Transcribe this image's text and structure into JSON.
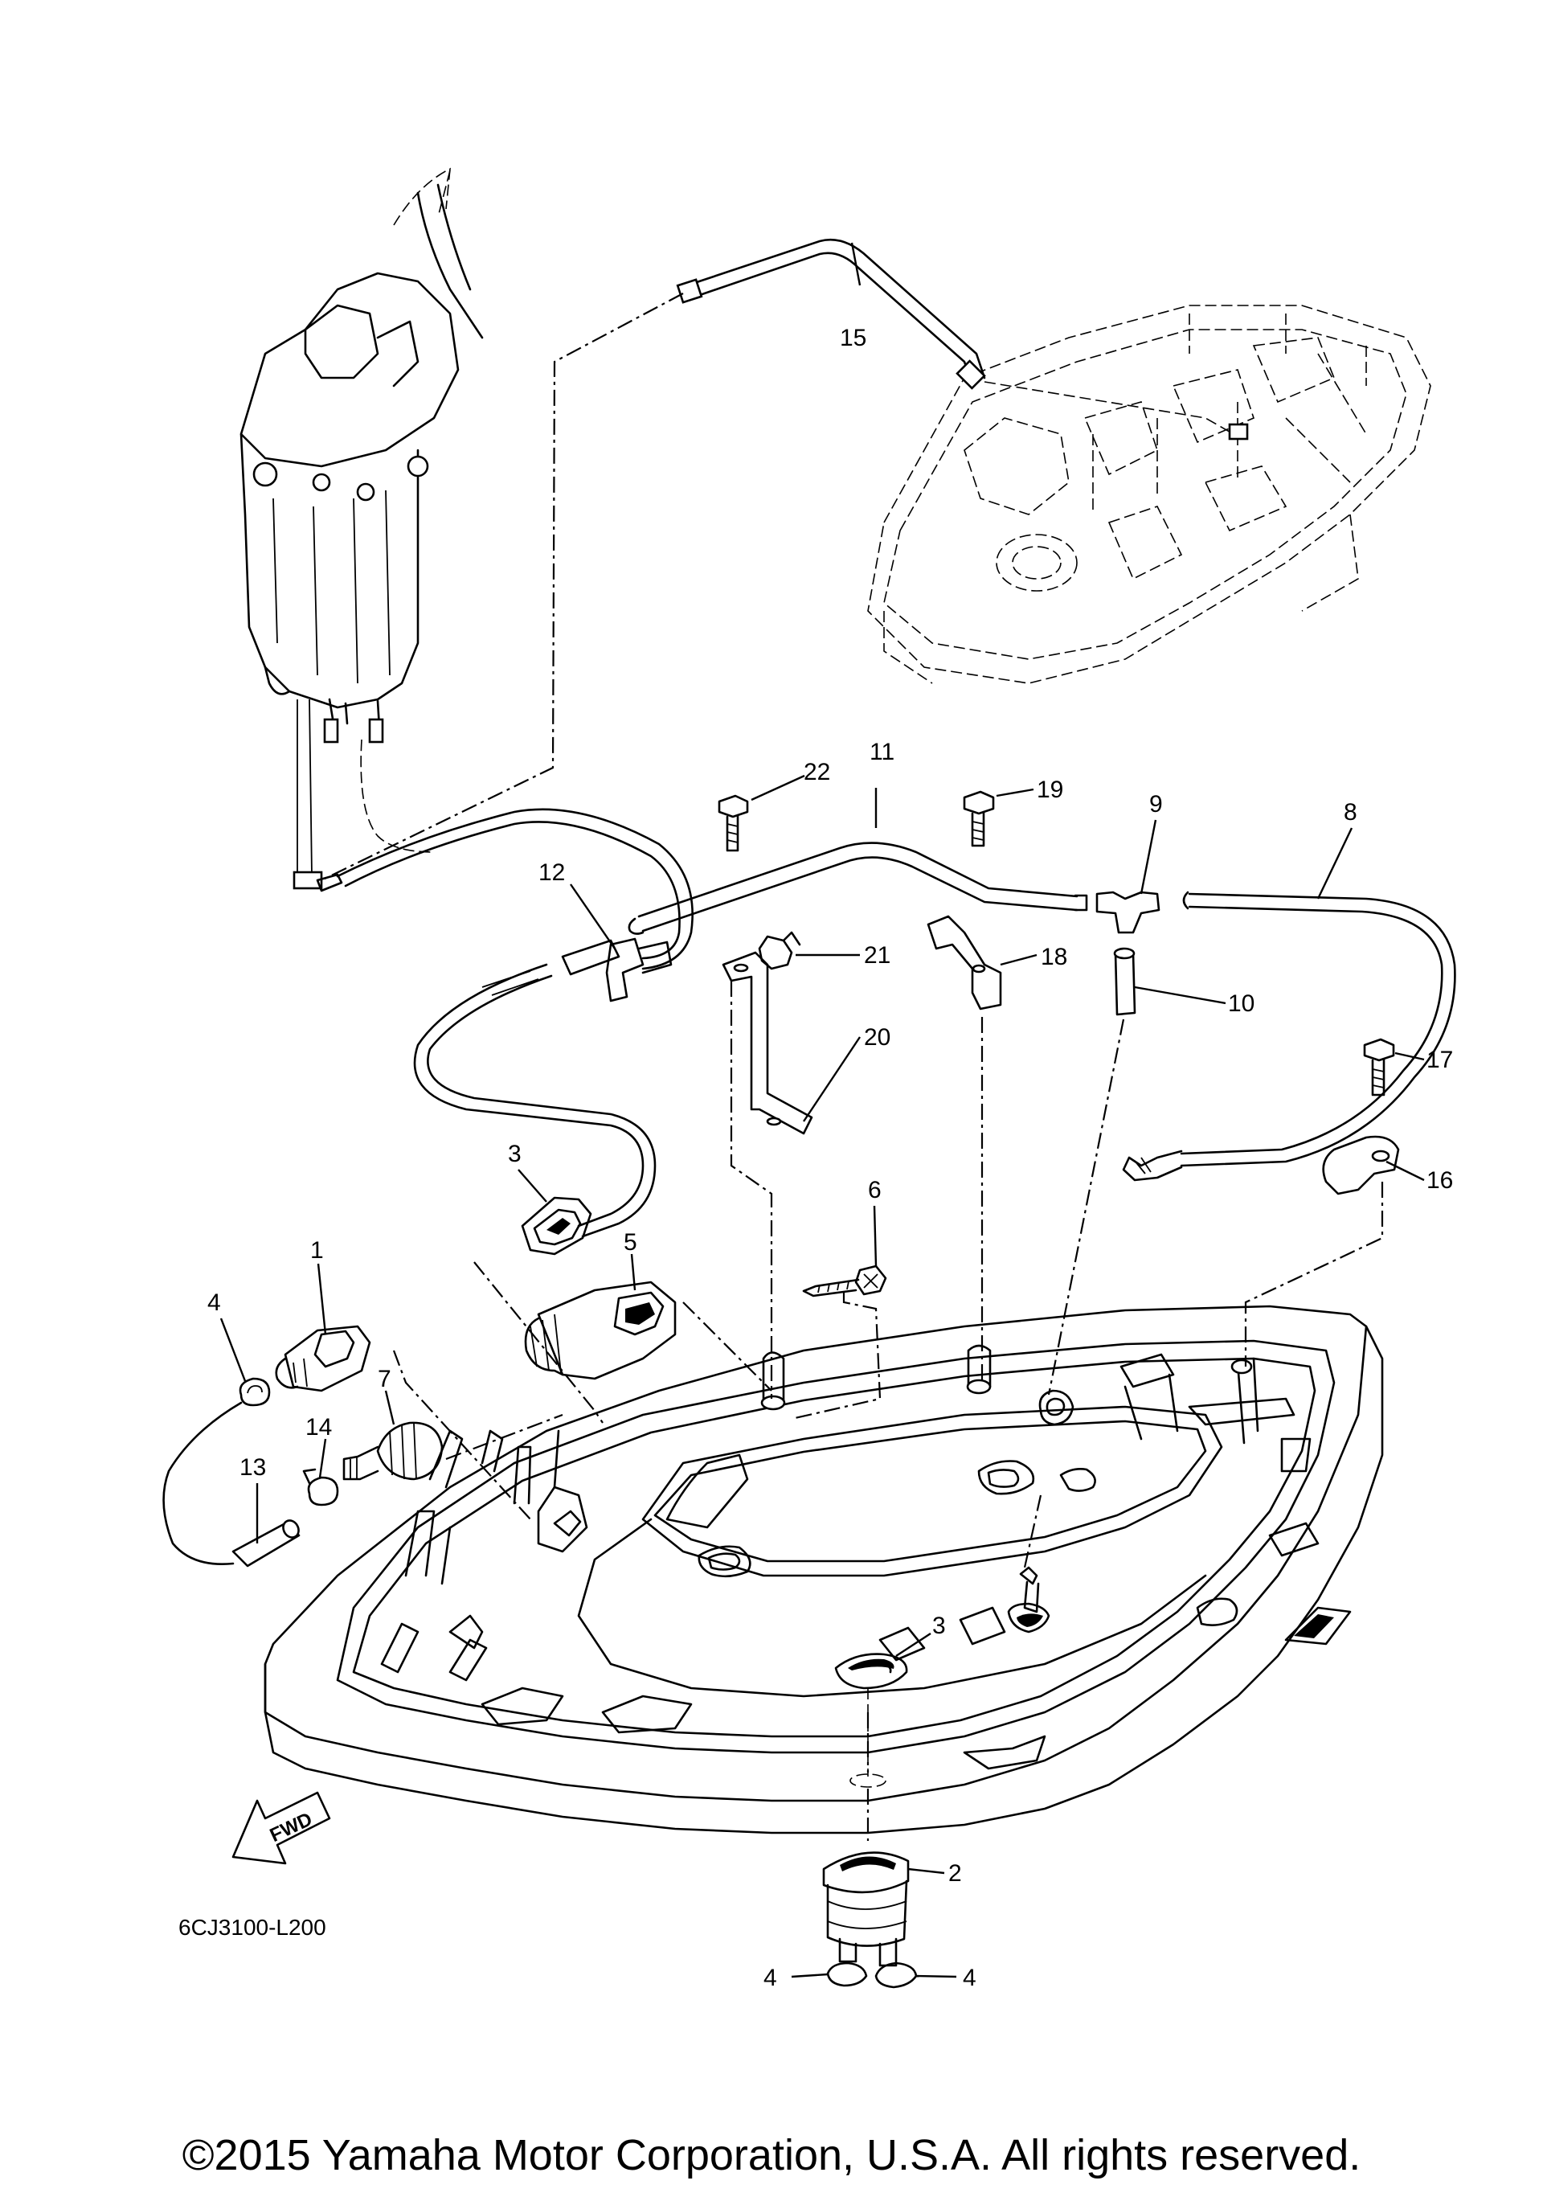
{
  "drawing_code": "6CJ3100-L200",
  "fwd_label": "FWD",
  "copyright": "©2015 Yamaha Motor Corporation, U.S.A. All rights reserved.",
  "callouts": {
    "c1": "1",
    "c2": "2",
    "c3a": "3",
    "c3b": "3",
    "c4a": "4",
    "c4b": "4",
    "c4c": "4",
    "c5": "5",
    "c6": "6",
    "c7": "7",
    "c8": "8",
    "c9": "9",
    "c10": "10",
    "c11": "11",
    "c12": "12",
    "c13": "13",
    "c14": "14",
    "c15": "15",
    "c16": "16",
    "c17": "17",
    "c18": "18",
    "c19": "19",
    "c20": "20",
    "c21": "21",
    "c22": "22"
  }
}
